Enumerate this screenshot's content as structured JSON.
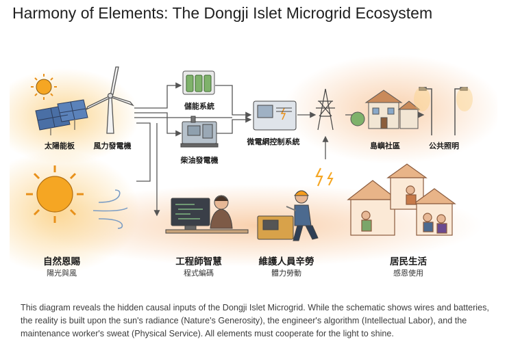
{
  "title": "Harmony of Elements: The Dongji Islet Microgrid Ecosystem",
  "top_labels": {
    "solar": "太陽能板",
    "wind": "風力發電機",
    "battery": "儲能系統",
    "diesel": "柴油發電機",
    "controller": "微電網控制系統",
    "community": "島嶼社區",
    "lighting": "公共照明"
  },
  "bottom": {
    "nature_title": "自然恩賜",
    "nature_sub": "陽光與風",
    "engineer_title": "工程師智慧",
    "engineer_sub": "程式編碼",
    "worker_title": "維護人員辛勞",
    "worker_sub": "體力勞動",
    "residents_title": "居民生活",
    "residents_sub": "感恩使用"
  },
  "caption": "This diagram reveals the hidden causal inputs of the Dongji Islet Microgrid. While the schematic shows wires and batteries, the reality is built upon the sun's radiance (Nature's Generosity), the engineer's algorithm (Intellectual Labor), and the maintenance worker's sweat (Physical Service). All elements must cooperate for the light to shine.",
  "colors": {
    "sun": "#f5a623",
    "line": "#555555",
    "glow": "#f8c9a0",
    "battery": "#7fb26b"
  }
}
